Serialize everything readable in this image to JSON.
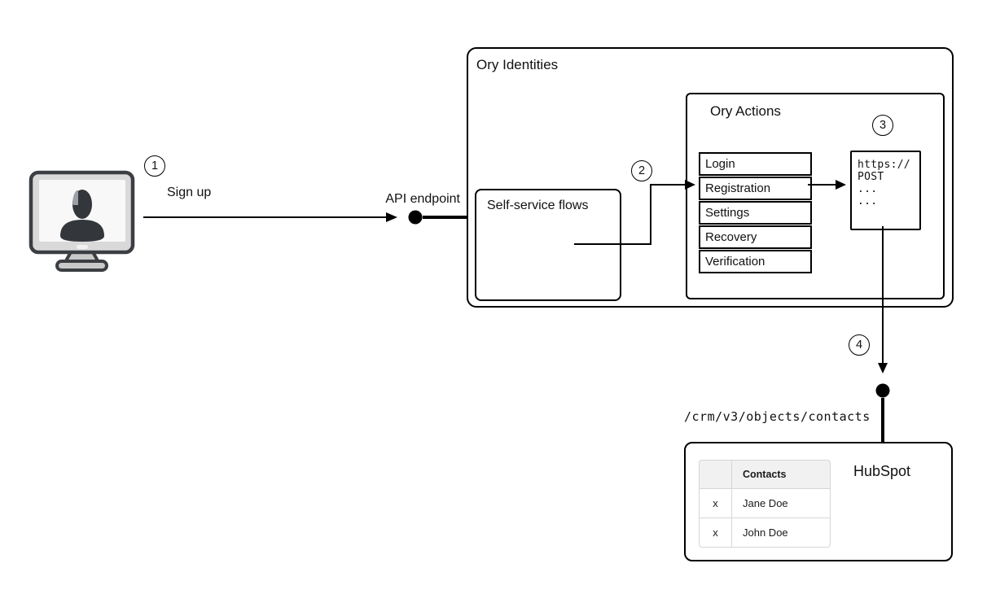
{
  "diagram": {
    "steps": [
      "1",
      "2",
      "3",
      "4"
    ],
    "user": {
      "label": "Sign up"
    },
    "api_endpoint_label": "API endpoint",
    "ory_identities": {
      "title": "Ory Identities",
      "self_service": {
        "title": "Self-service flows"
      },
      "ory_actions": {
        "title": "Ory Actions",
        "flows": [
          "Login",
          "Registration",
          "Settings",
          "Recovery",
          "Verification"
        ],
        "webhook": {
          "lines": [
            "https://",
            "POST",
            "...",
            "..."
          ]
        }
      }
    },
    "hubspot": {
      "title": "HubSpot",
      "endpoint": "/crm/v3/objects/contacts",
      "table": {
        "header": [
          "",
          "Contacts"
        ],
        "rows": [
          [
            "x",
            "Jane Doe"
          ],
          [
            "x",
            "John Doe"
          ]
        ]
      }
    },
    "icons": {
      "user_terminal": "user-terminal-icon"
    },
    "colors": {
      "line": "#000000",
      "text": "#111111",
      "table_header_bg": "#f1f1f1",
      "table_border": "#d6d6d6"
    }
  }
}
